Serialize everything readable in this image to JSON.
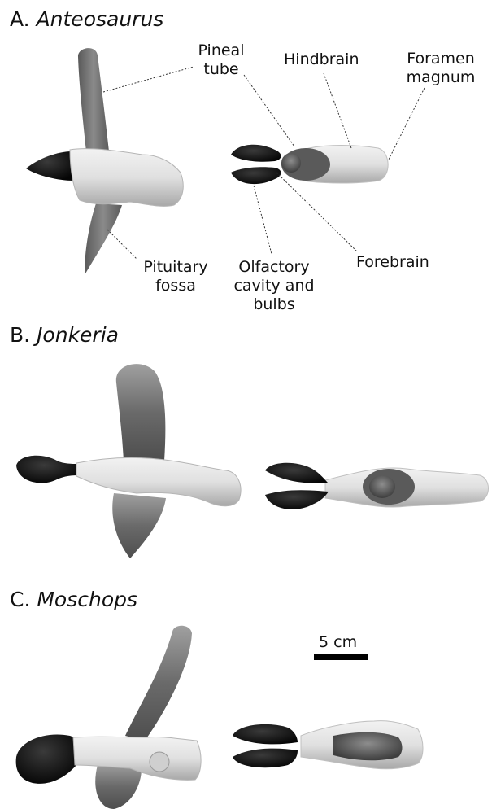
{
  "panels": [
    {
      "letter": "A.",
      "taxon": "Anteosaurus"
    },
    {
      "letter": "B.",
      "taxon": "Jonkeria"
    },
    {
      "letter": "C.",
      "taxon": "Moschops"
    }
  ],
  "labels": {
    "pineal": [
      "Pineal",
      "tube"
    ],
    "hindbrain": [
      "Hindbrain"
    ],
    "foramen": [
      "Foramen",
      "magnum"
    ],
    "pituitary": [
      "Pituitary",
      "fossa"
    ],
    "olfactory": [
      "Olfactory",
      "cavity and",
      "bulbs"
    ],
    "forebrain": [
      "Forebrain"
    ]
  },
  "scale_bar": {
    "label": "5 cm"
  },
  "colors": {
    "olfactory": "#141414",
    "pineal": "#6d6d6d",
    "brain": "#d9d9d9",
    "midbrain_shadow": "#555555"
  }
}
